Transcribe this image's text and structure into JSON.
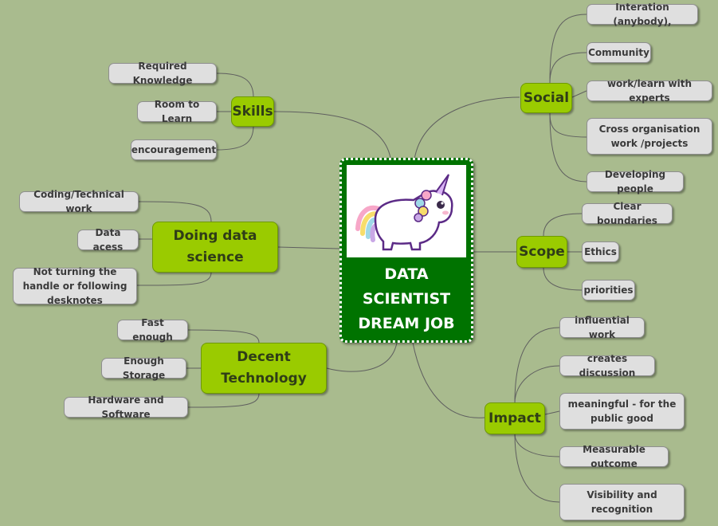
{
  "central_topic": {
    "label_lines": [
      "DATA",
      "SCIENTIST",
      "DREAM JOB"
    ],
    "image": "unicorn-icon"
  },
  "branches": {
    "social": {
      "label": "Social",
      "items": [
        "Interation (anybody),",
        "Community",
        "work/learn with experts",
        "Cross organisation work /projects",
        "Developing people"
      ]
    },
    "scope": {
      "label": "Scope",
      "items": [
        "Clear boundaries",
        "Ethics",
        "priorities"
      ]
    },
    "impact": {
      "label": "Impact",
      "items": [
        "influential work",
        "creates discussion",
        "meaningful - for the public good",
        "Measurable outcome",
        "Visibility and recognition"
      ]
    },
    "skills": {
      "label": "Skills",
      "items": [
        "Required Knowledge",
        "Room to Learn",
        "encouragement"
      ]
    },
    "doing_data_science": {
      "label": "Doing data science",
      "items": [
        "Coding/Technical work",
        "Data acess",
        "Not turning the handle or following desknotes"
      ]
    },
    "decent_technology": {
      "label": "Decent Technology",
      "items": [
        "Fast enough",
        "Enough Storage",
        "Hardware and Software"
      ]
    }
  },
  "colors": {
    "background": "#a9bb8e",
    "central_fill": "#007300",
    "branch_fill": "#9acb00",
    "leaf_fill": "#dfdfdf",
    "connector": "#5f5f5f"
  }
}
